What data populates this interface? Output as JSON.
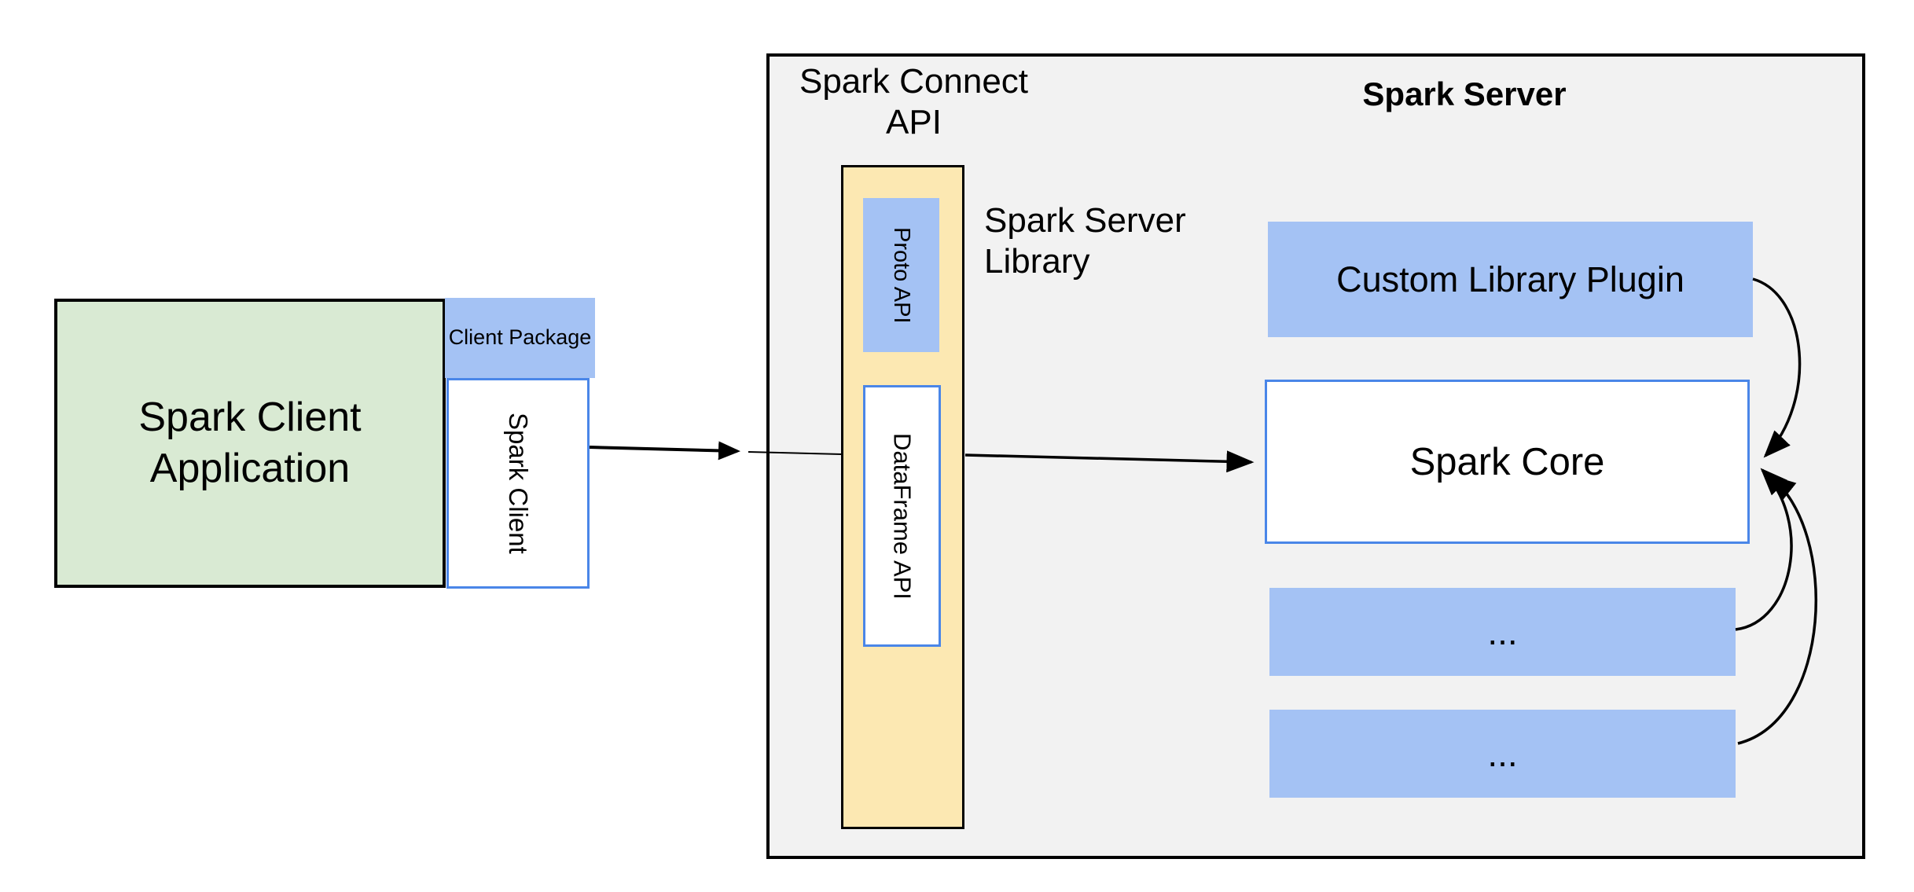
{
  "colors": {
    "green_fill": "#d9ead3",
    "blue_fill": "#a4c2f4",
    "yellow_fill": "#fce8b2",
    "blue_border": "#4a86e8",
    "container_fill": "#f2f2f2",
    "line_color": "#000000"
  },
  "client_app": {
    "label": "Spark Client Application"
  },
  "client_package": {
    "label": "Client Package"
  },
  "spark_client": {
    "label": "Spark Client"
  },
  "connect_group": {
    "title_line1": "Spark Connect",
    "title_line2": "API"
  },
  "proto_api": {
    "label": "Proto  API"
  },
  "dataframe_api": {
    "label": "DataFrame API"
  },
  "server_library": {
    "line1": "Spark Server",
    "line2": "Library"
  },
  "server": {
    "title": "Spark Server"
  },
  "custom_plugin": {
    "label": "Custom Library Plugin"
  },
  "spark_core": {
    "label": "Spark Core"
  },
  "ellipsis_box_1": {
    "label": "..."
  },
  "ellipsis_box_2": {
    "label": "..."
  }
}
